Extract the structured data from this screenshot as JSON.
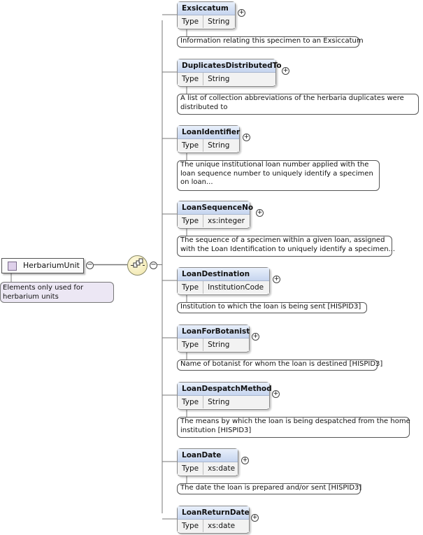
{
  "root": {
    "name": "HerbariumUnit",
    "annotation": [
      "Elements only used for",
      "herbarium units"
    ]
  },
  "elements": [
    {
      "name": "Exsiccatum",
      "type_label": "Type",
      "type": "String",
      "doc": [
        "Information relating this specimen to an Exsiccatum"
      ]
    },
    {
      "name": "DuplicatesDistributedTo",
      "type_label": "Type",
      "type": "String",
      "doc": [
        "A list of collection abbreviations of the herbaria duplicates were",
        "distributed to"
      ]
    },
    {
      "name": "LoanIdentifier",
      "type_label": "Type",
      "type": "String",
      "doc": [
        "The unique institutional loan number applied with the",
        "loan sequence number to uniquely identify a specimen",
        "on loan..."
      ]
    },
    {
      "name": "LoanSequenceNo",
      "type_label": "Type",
      "type": "xs:integer",
      "doc": [
        "The sequence of a specimen within a given loan, assigned",
        "with the Loan Identification to uniquely identify a specimen..."
      ]
    },
    {
      "name": "LoanDestination",
      "type_label": "Type",
      "type": "InstitutionCode",
      "doc": [
        "Institution to which the loan is being sent [HISPID3]"
      ]
    },
    {
      "name": "LoanForBotanist",
      "type_label": "Type",
      "type": "String",
      "doc": [
        "Name of botanist for whom the loan is destined [HISPID3]"
      ]
    },
    {
      "name": "LoanDespatchMethod",
      "type_label": "Type",
      "type": "String",
      "doc": [
        "The means by which the loan is being despatched from the home",
        "institution [HISPID3]"
      ]
    },
    {
      "name": "LoanDate",
      "type_label": "Type",
      "type": "xs:date",
      "doc": [
        "The date the loan is prepared and/or sent [HISPID3]"
      ]
    },
    {
      "name": "LoanReturnDate",
      "type_label": "Type",
      "type": "xs:date",
      "doc": []
    }
  ],
  "colors": {
    "title_gradient_top": "#e9f0fb",
    "title_gradient_bottom": "#c6d5ef",
    "root_icon": "#ded0ea",
    "root_note": "#ece7f4",
    "sequence_compositor": "#efe4a8"
  },
  "icons": {
    "expand": "plus-circle-icon",
    "collapse": "minus-circle-icon",
    "sequence": "sequence-compositor-icon",
    "element": "element-icon"
  }
}
